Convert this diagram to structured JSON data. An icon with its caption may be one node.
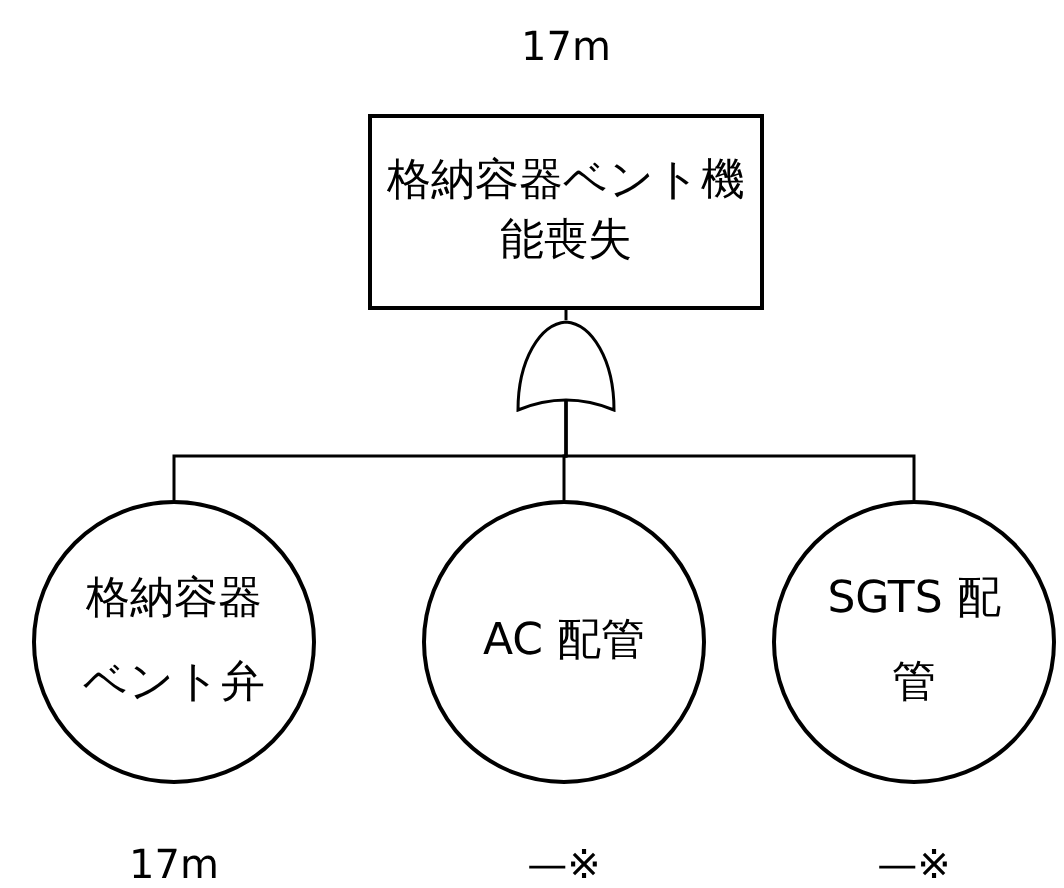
{
  "diagram": {
    "nodes": [
      {
        "text": [
          "格納容器ベント機能喪失"
        ],
        "beside": [
          "17m"
        ]
      },
      {
        "text": [],
        "shape": "gate"
      },
      {
        "text": [
          "格納容器ベント弁"
        ],
        "beside": [
          "17m"
        ]
      },
      {
        "text": [
          "AC 配管"
        ],
        "beside": [
          "—※"
        ]
      },
      {
        "text": [
          "SGTS 配管"
        ],
        "beside": [
          "—※"
        ]
      }
    ],
    "edges": [
      {
        "from": 1,
        "to": 0,
        "arrow": "none"
      },
      {
        "from": 1,
        "to": 2,
        "arrow": "none"
      },
      {
        "from": 1,
        "to": 3,
        "arrow": "none"
      },
      {
        "from": 1,
        "to": 4,
        "arrow": "none"
      }
    ]
  }
}
